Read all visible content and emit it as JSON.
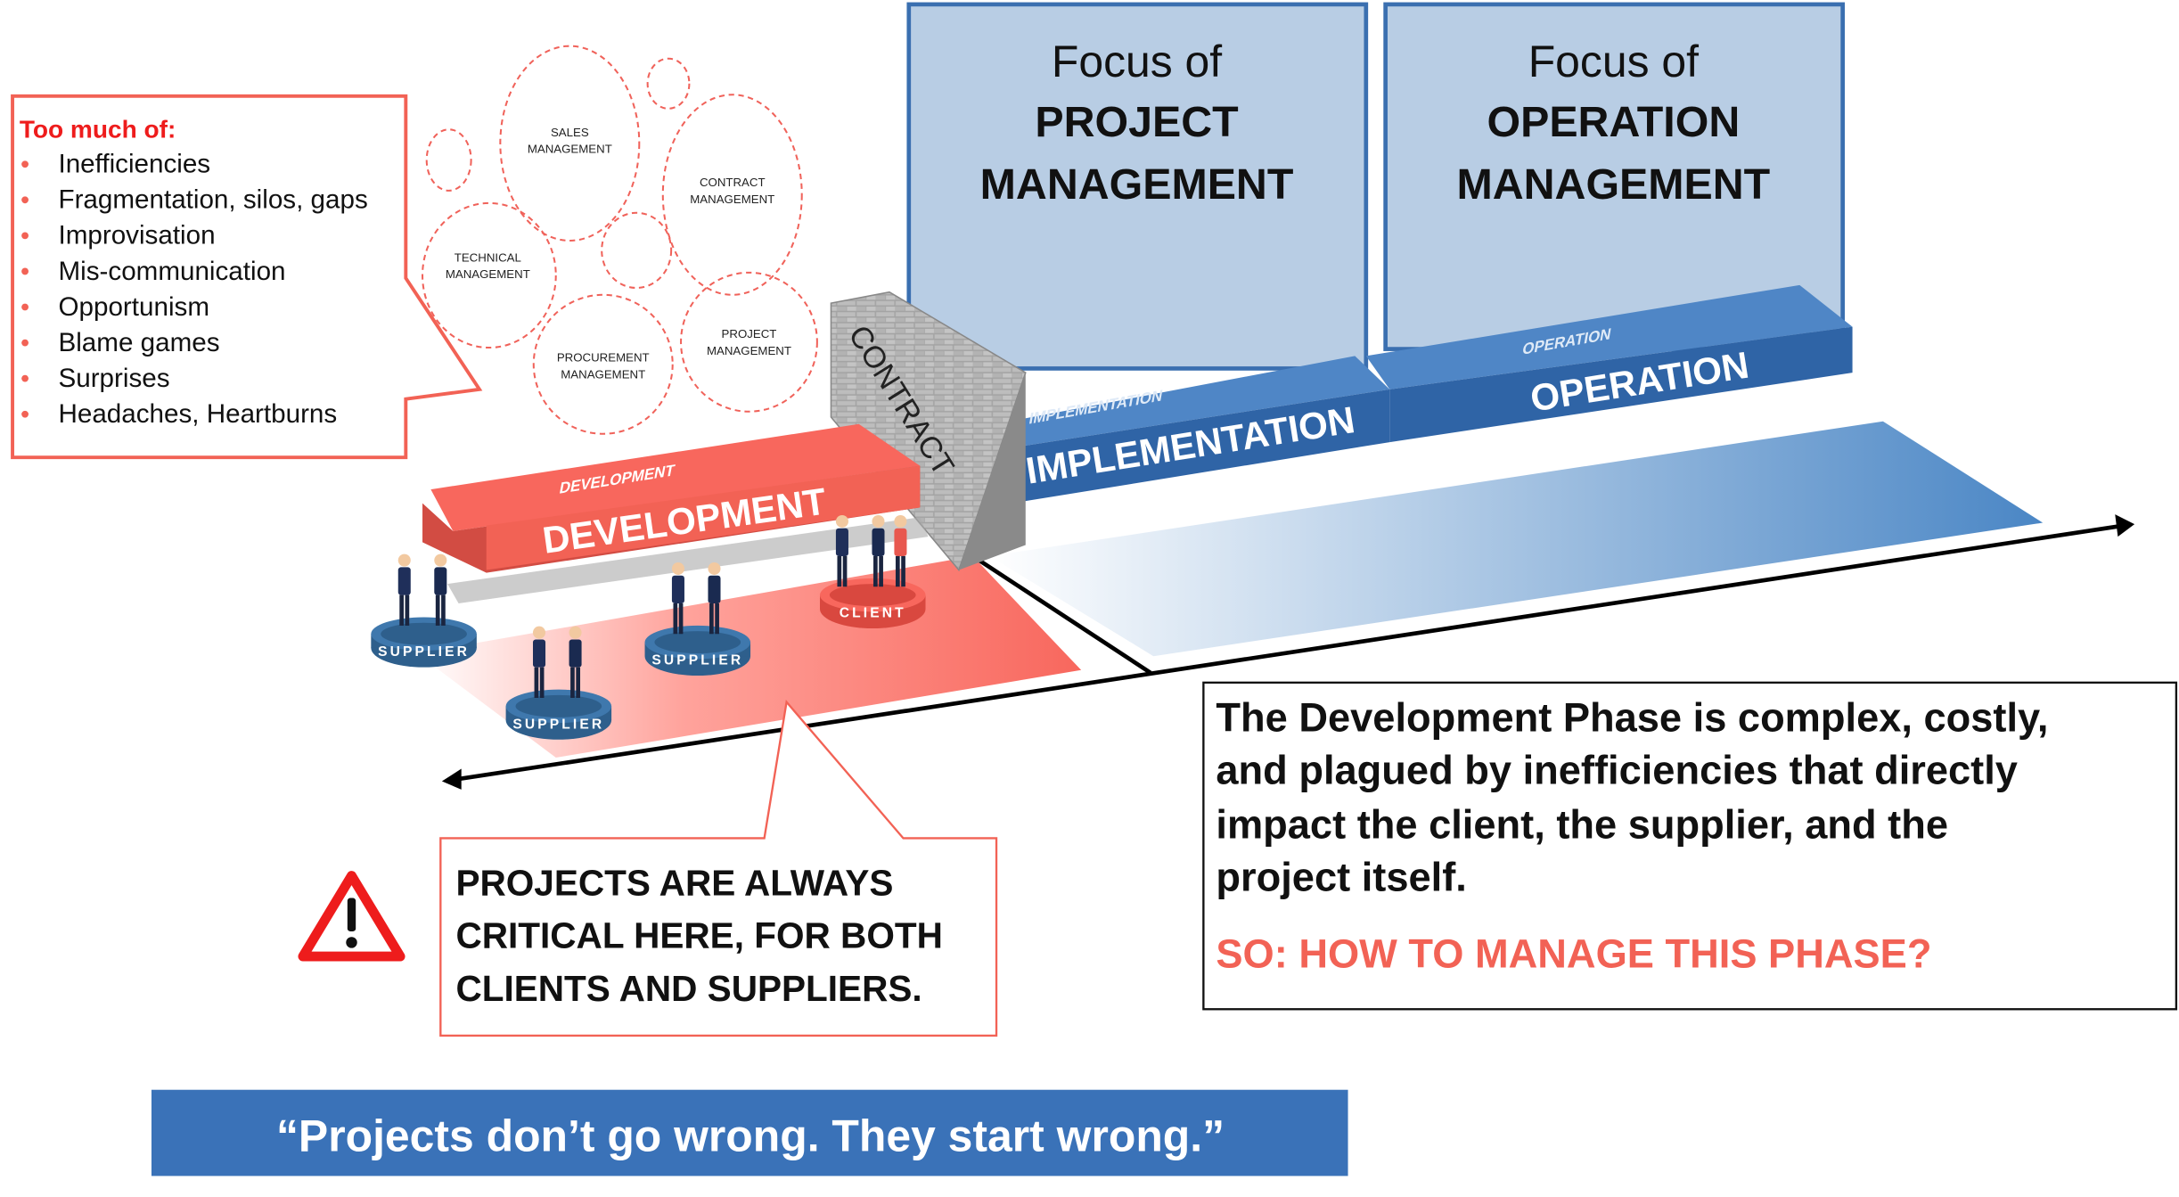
{
  "problems": {
    "heading": "Too much of:",
    "items": [
      "Inefficiencies",
      "Fragmentation, silos, gaps",
      "Improvisation",
      "Mis-communication",
      "Opportunism",
      " Blame games",
      "Surprises",
      "Headaches, Heartburns"
    ]
  },
  "bubbles": [
    {
      "line1": "SALES",
      "line2": "MANAGEMENT"
    },
    {
      "line1": "CONTRACT",
      "line2": "MANAGEMENT"
    },
    {
      "line1": "TECHNICAL",
      "line2": "MANAGEMENT"
    },
    {
      "line1": "PROCUREMENT",
      "line2": "MANAGEMENT"
    },
    {
      "line1": "PROJECT",
      "line2": "MANAGEMENT"
    }
  ],
  "focus_boxes": [
    {
      "line1": "Focus of",
      "line2": "PROJECT",
      "line3": "MANAGEMENT"
    },
    {
      "line1": "Focus of",
      "line2": "OPERATION",
      "line3": "MANAGEMENT"
    }
  ],
  "phases": {
    "development": {
      "top": "DEVELOPMENT",
      "front": "DEVELOPMENT"
    },
    "contract": "CONTRACT",
    "implementation": {
      "top": "IMPLEMENTATION",
      "front": "IMPLEMENTATION"
    },
    "operation": {
      "top": "OPERATION",
      "front": "OPERATION"
    }
  },
  "platforms": [
    "SUPPLIER",
    "SUPPLIER",
    "SUPPLIER",
    "CLIENT"
  ],
  "summary": {
    "lines": [
      "The Development Phase is complex, costly,",
      "and plagued by inefficiencies that directly",
      "impact the client, the supplier, and the",
      "project itself."
    ],
    "question": "SO: HOW TO MANAGE THIS PHASE?"
  },
  "warning": {
    "lines": [
      "PROJECTS ARE ALWAYS",
      "CRITICAL HERE, FOR BOTH",
      "CLIENTS AND SUPPLIERS."
    ]
  },
  "quote": "“Projects don’t go wrong. They start wrong.”",
  "colors": {
    "red": "#f26255",
    "blue": "#3a72b8",
    "lightblue": "#b8cde4"
  }
}
